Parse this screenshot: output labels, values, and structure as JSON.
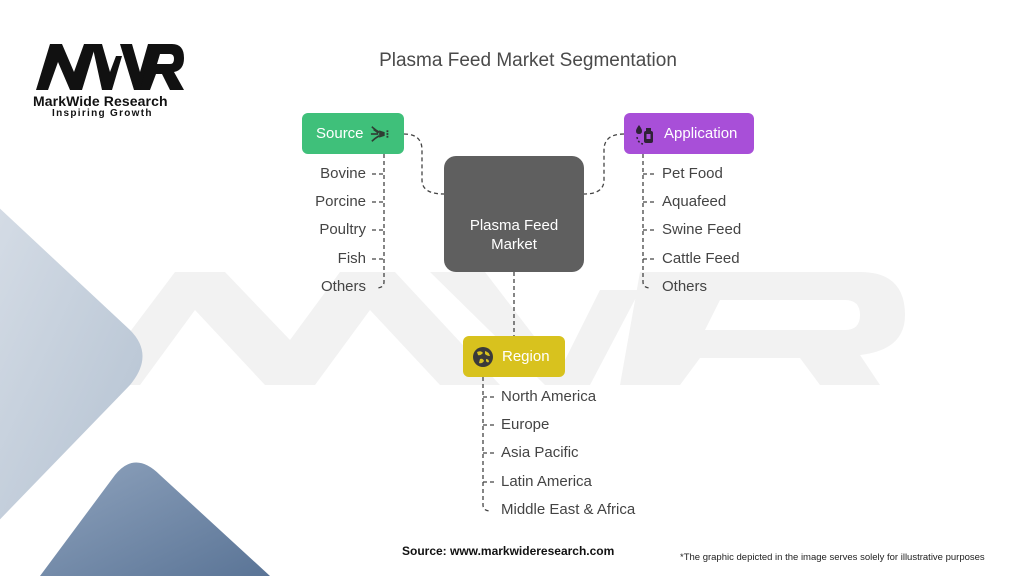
{
  "title": "Plasma Feed Market Segmentation",
  "logo": {
    "mark": "MWR",
    "name": "MarkWide Research",
    "tagline": "Inspiring Growth"
  },
  "center_node": {
    "label_line1": "Plasma Feed",
    "label_line2": "Market",
    "color": "#5f5f5f"
  },
  "segments": [
    {
      "label": "Source",
      "icon": "spray-nozzle-icon",
      "color": "#3fc07a",
      "items": [
        "Bovine",
        "Porcine",
        "Poultry",
        "Fish",
        "Others"
      ]
    },
    {
      "label": "Application",
      "icon": "bottle-drop-icon",
      "color": "#a84fd8",
      "items": [
        "Pet Food",
        "Aquafeed",
        "Swine Feed",
        "Cattle Feed",
        "Others"
      ]
    },
    {
      "label": "Region",
      "icon": "globe-icon",
      "color": "#d8c21e",
      "items": [
        "North America",
        "Europe",
        "Asia Pacific",
        "Latin America",
        "Middle East & Africa"
      ]
    }
  ],
  "footer": {
    "source": "Source: www.markwideresearch.com",
    "note": "*The graphic depicted in the image serves solely for illustrative purposes"
  }
}
